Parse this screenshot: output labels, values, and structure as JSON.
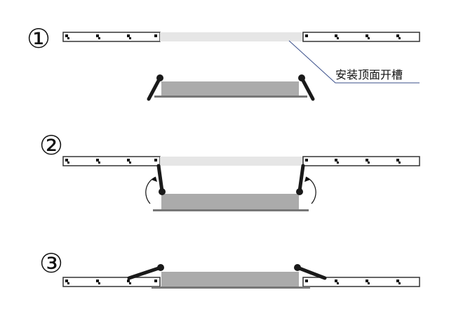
{
  "steps": [
    {
      "number": "①"
    },
    {
      "number": "②"
    },
    {
      "number": "③"
    }
  ],
  "callout": {
    "label": "安装顶面开槽"
  },
  "colors": {
    "ceiling_outline": "#333333",
    "ceiling_fill": "#ffffff",
    "ceiling_dots": "#111111",
    "opening_fill": "#e6e6e6",
    "panel_fill": "#ababab",
    "panel_edge": "#777777",
    "clip": "#1a1a1a",
    "callout_line": "#3a4f8a"
  },
  "icons": [
    "rotate-arrow-icon"
  ]
}
